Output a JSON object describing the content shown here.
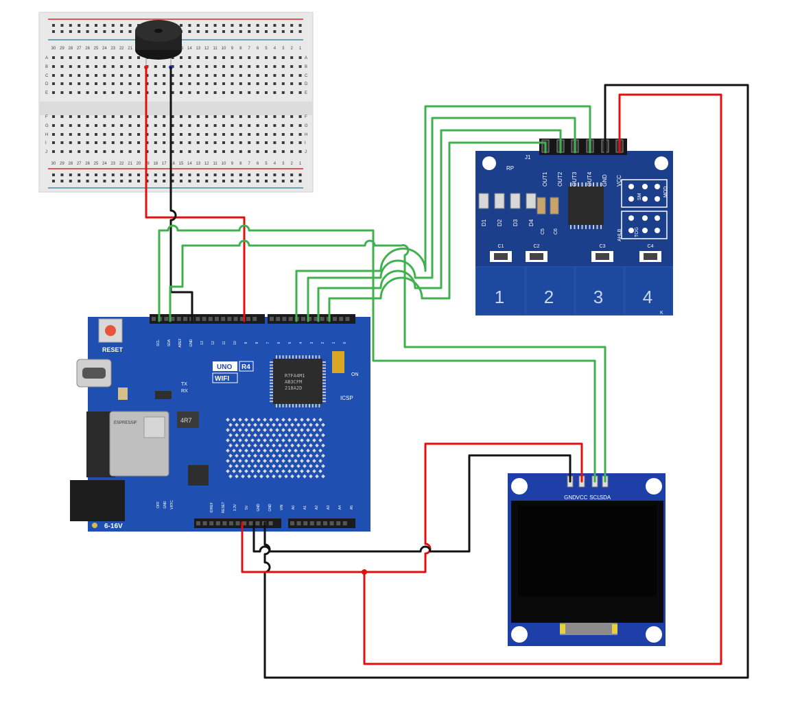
{
  "colors": {
    "wire_red": "#e01010",
    "wire_black": "#111111",
    "wire_green": "#3fb14e",
    "board_blue": "#1f4fb0",
    "touch_pcb": "#1c3f8c",
    "oled_pcb": "#1f3fa8",
    "breadboard": "#e9e9e9"
  },
  "breadboard": {
    "row_letters_top": [
      "A",
      "B",
      "C",
      "D",
      "E"
    ],
    "row_letters_bottom": [
      "F",
      "G",
      "H",
      "I",
      "J"
    ],
    "column_numbers": [
      "30",
      "29",
      "28",
      "27",
      "26",
      "25",
      "24",
      "23",
      "22",
      "21",
      "20",
      "19",
      "18",
      "17",
      "16",
      "15",
      "14",
      "13",
      "12",
      "11",
      "10",
      "9",
      "8",
      "7",
      "6",
      "5",
      "4",
      "3",
      "2",
      "1"
    ]
  },
  "buzzer": {
    "icon": "piezo-buzzer-icon"
  },
  "arduino": {
    "model_line1a": "UNO",
    "model_line1b": "R4",
    "model_line2": "WIFI",
    "reset_label": "RESET",
    "voltage_label": "6-16V",
    "icsp_label": "ICSP",
    "chip_text": "R7FA4M1\nAB3CFM\n218A2D",
    "inductor": "4R7",
    "module_brand": "ESPRESSIF",
    "tx": "TX",
    "rx": "RX",
    "on": "ON",
    "top_pins": [
      "SCL",
      "SDA",
      "AREF",
      "GND",
      "13",
      "12",
      "11",
      "10",
      "9",
      "8",
      "7",
      "6",
      "5",
      "4",
      "3",
      "2",
      "1",
      "0"
    ],
    "bottom_pins": [
      "IOREF",
      "RESET",
      "3.3V",
      "5V",
      "GND",
      "GND",
      "VIN",
      "A0",
      "A1",
      "A2",
      "A3",
      "A4",
      "A5"
    ],
    "side_pins": [
      "OFF",
      "GND",
      "VRTC"
    ]
  },
  "touch_module": {
    "header": "J1",
    "pins": [
      "OUT1",
      "OUT2",
      "OUT3",
      "OUT4",
      "GND",
      "VCC"
    ],
    "leds": [
      "D1",
      "D2",
      "D3",
      "D4"
    ],
    "caps": [
      "C1",
      "C2",
      "C3",
      "C4",
      "C5",
      "C6"
    ],
    "jumper_labels": [
      "AHLB",
      "TOG",
      "SM",
      "MOD"
    ],
    "pads": [
      "1",
      "2",
      "3",
      "4"
    ],
    "rp": "RP",
    "corner": "K"
  },
  "oled": {
    "pins": [
      "GND",
      "VCC",
      "SCL",
      "SDA"
    ]
  }
}
